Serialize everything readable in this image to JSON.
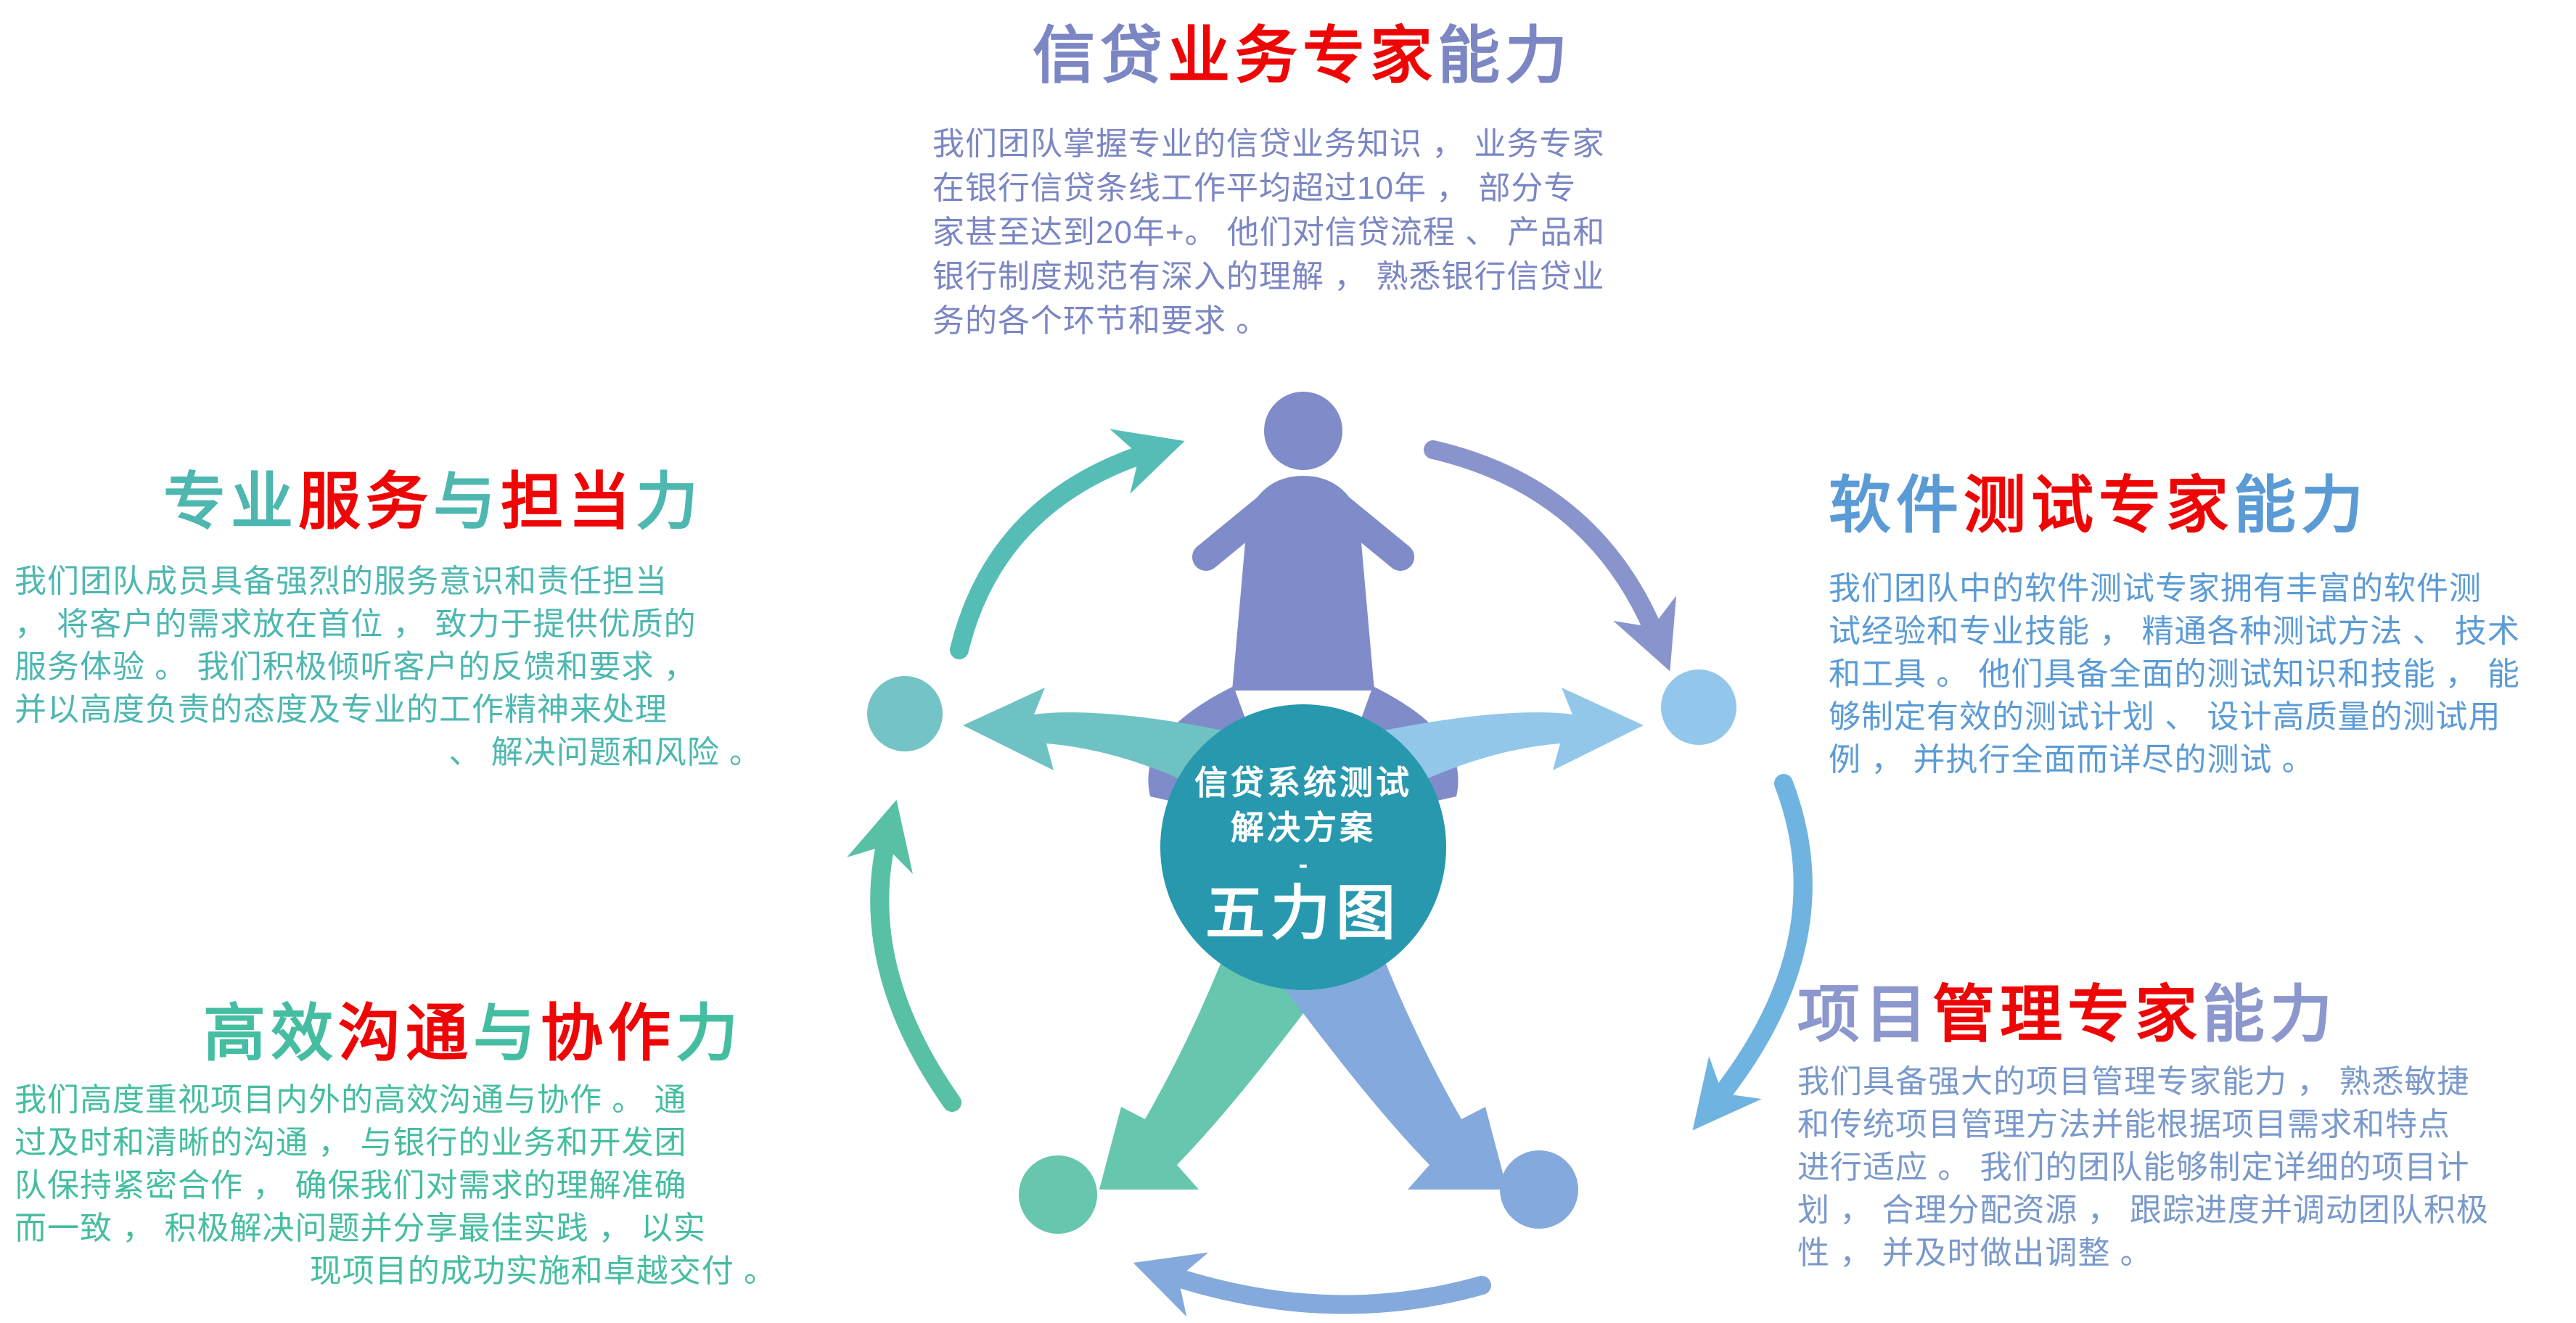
{
  "page": {
    "background": "#ffffff"
  },
  "center": {
    "line1": "信贷系统测试",
    "line2": "解决方案",
    "separator": "-",
    "title": "五力图"
  },
  "sections": {
    "credit_business": {
      "title": [
        {
          "text": "信贷",
          "color": "#7b86c3"
        },
        {
          "text": "业务专家",
          "color": "#ee0606"
        },
        {
          "text": "能力",
          "color": "#7b86c3"
        }
      ],
      "body_color": "#7b86c3",
      "lines": [
        "我们团队掌握专业的信贷业务知识 ， 业务专家",
        "在银行信贷条线工作平均超过10年 ， 部分专",
        "家甚至达到20年+。 他们对信贷流程 、 产品和",
        "银行制度规范有深入的理解 ， 熟悉银行信贷业",
        "务的各个环节和要求 。"
      ]
    },
    "service": {
      "title": [
        {
          "text": "专业",
          "color": "#4db7b0"
        },
        {
          "text": "服务",
          "color": "#ee0606"
        },
        {
          "text": "与",
          "color": "#4db7b0"
        },
        {
          "text": "担当",
          "color": "#ee0606"
        },
        {
          "text": "力",
          "color": "#4db7b0"
        }
      ],
      "body_color": "#4db7b0",
      "lines": [
        "我们团队成员具备强烈的服务意识和责任担当",
        "， 将客户的需求放在首位 ， 致力于提供优质的",
        "服务体验 。 我们积极倾听客户的反馈和要求 ，",
        "并以高度负责的态度及专业的工作精神来处理",
        "、 解决问题和风险 。"
      ]
    },
    "software_testing": {
      "title": [
        {
          "text": "软件",
          "color": "#5b9bd5"
        },
        {
          "text": "测试专家",
          "color": "#ee0606"
        },
        {
          "text": "能力",
          "color": "#5b9bd5"
        }
      ],
      "body_color": "#5b9bd5",
      "lines": [
        "我们团队中的软件测试专家拥有丰富的软件测",
        "试经验和专业技能 ， 精通各种测试方法 、 技术",
        "和工具 。 他们具备全面的测试知识和技能 ， 能",
        "够制定有效的测试计划 、 设计高质量的测试用",
        "例 ， 并执行全面而详尽的测试 。"
      ]
    },
    "communication": {
      "title": [
        {
          "text": "高效",
          "color": "#45bda1"
        },
        {
          "text": "沟通",
          "color": "#ee0606"
        },
        {
          "text": "与",
          "color": "#45bda1"
        },
        {
          "text": "协作",
          "color": "#ee0606"
        },
        {
          "text": "力",
          "color": "#45bda1"
        }
      ],
      "body_color": "#45bda1",
      "lines": [
        "我们高度重视项目内外的高效沟通与协作 。 通",
        "过及时和清晰的沟通 ， 与银行的业务和开发团",
        "队保持紧密合作 ， 确保我们对需求的理解准确",
        "而一致 ， 积极解决问题并分享最佳实践 ， 以实",
        "现项目的成功实施和卓越交付 。"
      ]
    },
    "project_management": {
      "title": [
        {
          "text": "项目",
          "color": "#8b97cd"
        },
        {
          "text": "管理专家",
          "color": "#ee0606"
        },
        {
          "text": "能力",
          "color": "#8b97cd"
        }
      ],
      "body_color": "#7a99cb",
      "lines": [
        "我们具备强大的项目管理专家能力 ， 熟悉敏捷",
        "和传统项目管理方法并能根据项目需求和特点",
        "进行适应 。 我们的团队能够制定详细的项目计",
        "划 ， 合理分配资源 ， 跟踪进度并调动团队积极",
        "性 ， 并及时做出调整 。"
      ]
    }
  },
  "diagram": {
    "center_fill": "#2798ae",
    "center_text_color": "#ffffff",
    "top_figure": "#7f8cc9",
    "left_node": "#74c3c6",
    "right_node": "#92c6ea",
    "bottom_left_node": "#66c6ae",
    "bottom_right_node": "#84a9dc",
    "swoosh_left": "#6fc2c4",
    "swoosh_right": "#93c7ea",
    "swoosh_bottom_left": "#66c6ae",
    "swoosh_bottom_right": "#84a9dc",
    "arc_left_to_top": "#55bdb6",
    "arc_top_to_right": "#8a94cc",
    "arc_right_to_bottom_right": "#6fb3e0",
    "arc_bottom": "#84a9dc",
    "arc_bottom_left_to_left": "#58c0a4"
  }
}
